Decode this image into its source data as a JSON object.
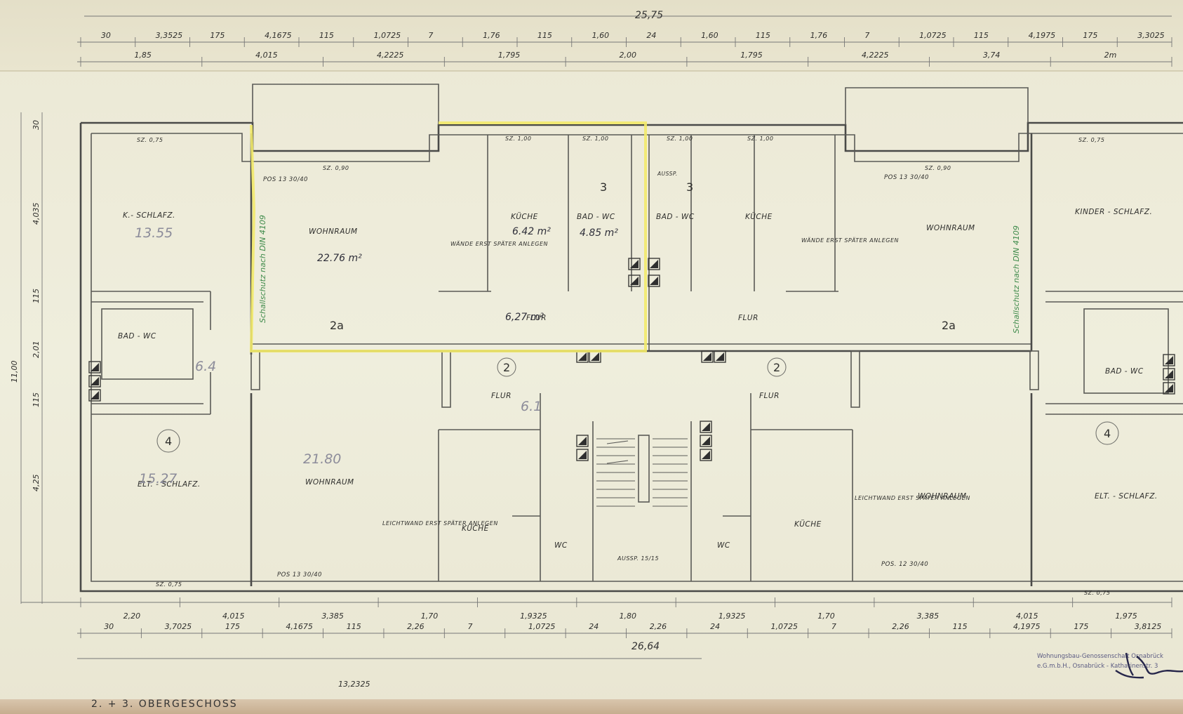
{
  "title": "2. + 3. OBERGESCHOSS",
  "overall_dimensions": {
    "top": "25,75",
    "bottom": "26,64",
    "bottom_half": "13,2325",
    "left_height": "11,00"
  },
  "top_dims_row1": [
    "30",
    "3,3525",
    "175",
    "4,1675",
    "115",
    "1,0725",
    "7",
    "1,76",
    "115",
    "1,60",
    "24",
    "1,60",
    "115",
    "1,76",
    "7",
    "1,0725",
    "115",
    "4,1975",
    "175",
    "3,3025"
  ],
  "top_dims_row2": [
    "1,85",
    "4,015",
    "4,2225",
    "1,795",
    "2,00",
    "1,795",
    "4,2225",
    "3,74",
    "2m"
  ],
  "bottom_dims_row1": [
    "2,20",
    "4,015",
    "3,385",
    "1,70",
    "1,9325",
    "1,80",
    "1,9325",
    "1,70",
    "3,385",
    "4,015",
    "1,975"
  ],
  "bottom_dims_row2": [
    "30",
    "3,7025",
    "175",
    "4,1675",
    "115",
    "2,26",
    "7",
    "1,0725",
    "24",
    "2,26",
    "24",
    "1,0725",
    "7",
    "2,26",
    "115",
    "4,1975",
    "175",
    "3,8125"
  ],
  "left_dims": [
    "30",
    "4,035",
    "115",
    "2,01",
    "115",
    "4,25"
  ],
  "rooms": [
    {
      "name": "K.- SCHLAFZ.",
      "area": "13.55"
    },
    {
      "name": "WOHNRAUM",
      "area": "22.76 m²"
    },
    {
      "name": "KÜCHE",
      "area": "6.42 m²"
    },
    {
      "name": "BAD - WC",
      "area": "4.85 m²"
    },
    {
      "name": "BAD - WC",
      "area": ""
    },
    {
      "name": "KÜCHE",
      "area": ""
    },
    {
      "name": "WOHNRAUM",
      "area": ""
    },
    {
      "name": "KINDER - SCHLAFZ.",
      "area": ""
    },
    {
      "name": "BAD - WC",
      "area": "6.4"
    },
    {
      "name": "ELT. - SCHLAFZ.",
      "area": "15.27"
    },
    {
      "name": "WOHNRAUM",
      "area": "21.80"
    },
    {
      "name": "KÜCHE",
      "area": ""
    },
    {
      "name": "WC",
      "area": ""
    },
    {
      "name": "WC",
      "area": ""
    },
    {
      "name": "KÜCHE",
      "area": ""
    },
    {
      "name": "WOHNRAUM",
      "area": ""
    },
    {
      "name": "ELT. - SCHLAFZ.",
      "area": ""
    },
    {
      "name": "BAD - WC",
      "area": ""
    },
    {
      "name": "FLUR",
      "area": "6,27 m²"
    },
    {
      "name": "FLUR",
      "area": ""
    },
    {
      "name": "FLUR",
      "area": "6.1"
    },
    {
      "name": "FLUR",
      "area": ""
    }
  ],
  "notes": {
    "waende_left": "WÄNDE ERST SPÄTER ANLEGEN",
    "waende_right": "WÄNDE ERST SPÄTER ANLEGEN",
    "leichtwand_left": "LEICHTWAND ERST SPÄTER ANLEGEN",
    "leichtwand_right": "LEICHTWAND ERST SPÄTER ANLEGEN",
    "pos13_left": "POS 13  30/40",
    "pos13_right": "POS 13  30/40",
    "pos13_bottom": "POS 13  30/40",
    "pos12_bottom": "POS. 12  30/40",
    "aussp_top": "AUSSP.",
    "aussp_bottom": "AUSSP. 15/15",
    "sz_075": "SZ. 0,75",
    "sz_090": "SZ. 0,90",
    "sz_100": "SZ. 1,00",
    "green_note": "Schallschutz nach DIN 4109"
  },
  "markers": [
    "2a",
    "3",
    "3",
    "2a",
    "2",
    "2",
    "4",
    "4"
  ],
  "stamp": {
    "line1": "Wohnungsbau-Genossenschaft Osnabrück",
    "line2": "e.G.m.b.H., Osnabrück - Katharinenstr. 3"
  },
  "colors": {
    "paper": "#efeedd",
    "ink": "#4a4a48",
    "highlight": "#f2ea6a",
    "green_ink": "#3f8b4b"
  }
}
